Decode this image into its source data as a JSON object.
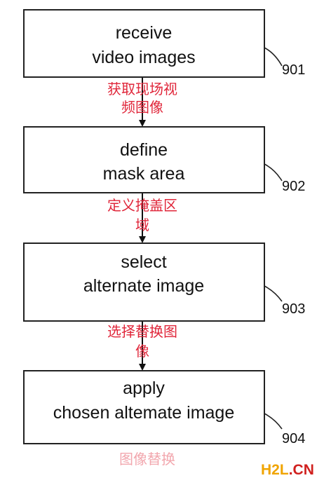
{
  "steps": [
    {
      "line1": "receive",
      "line2": "video images",
      "ref": "901",
      "annotation": [
        "获取现场视",
        "频图像"
      ]
    },
    {
      "line1": "define",
      "line2": "mask area",
      "ref": "902",
      "annotation": [
        "定义掩盖区",
        "域"
      ]
    },
    {
      "line1": "select",
      "line2": "alternate image",
      "ref": "903",
      "annotation": [
        "选择替换图",
        "像"
      ]
    },
    {
      "line1": "apply",
      "line2": "chosen altemate image",
      "ref": "904",
      "annotation": [
        "图像替换"
      ]
    }
  ],
  "watermark": {
    "part1": "H2L",
    "part2": ".CN"
  },
  "colors": {
    "box_border": "#222222",
    "annotation": "#e0263a",
    "watermark_yellow": "#f0a400",
    "watermark_red": "#d0201e"
  }
}
